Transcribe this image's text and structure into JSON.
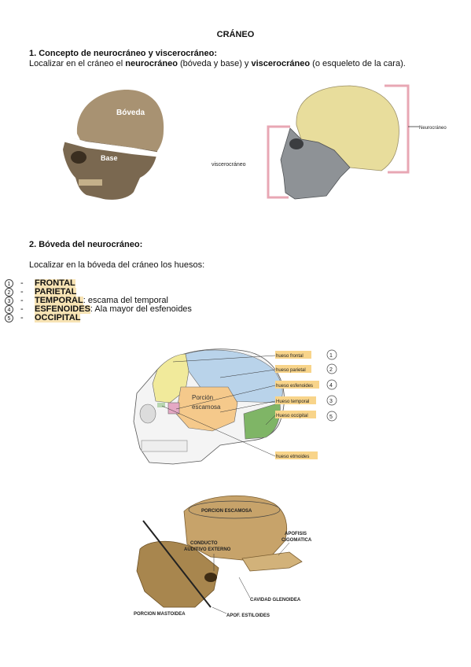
{
  "doc": {
    "title": "CRÁNEO",
    "section1_heading": "1. Concepto de neurocráneo y viscerocráneo:",
    "intro": {
      "pre": "Localizar en el cráneo el ",
      "neuro": "neurocráneo",
      "paren1": " (bóveda y base) y ",
      "visc": "viscerocráneo",
      "post": " (o esqueleto de la cara)."
    },
    "section2_heading": "2. Bóveda del neurocráneo:",
    "section2_text": "Localizar en la bóveda del cráneo los huesos:"
  },
  "fig1": {
    "label_top": "Bóveda",
    "label_bottom": "Base"
  },
  "fig2": {
    "label_right": "Neurocráneo",
    "label_left": "viscerocráneo"
  },
  "bones_list": [
    {
      "num": "1",
      "name": "FRONTAL",
      "desc": ""
    },
    {
      "num": "2",
      "name": "PARIETAL",
      "desc": ""
    },
    {
      "num": "3",
      "name": "TEMPORAL",
      "desc": ": escama del temporal"
    },
    {
      "num": "4",
      "name": "ESFENOIDES",
      "desc": ": Ala mayor del esfenoides"
    },
    {
      "num": "5",
      "name": "OCCIPITAL",
      "desc": ""
    }
  ],
  "fig3": {
    "labels": [
      {
        "text": "hueso frontal",
        "num": "1"
      },
      {
        "text": "hueso parietal",
        "num": "2"
      },
      {
        "text": "hueso esfenoides",
        "num": "4"
      },
      {
        "text": "Hueso temporal",
        "num": "3"
      },
      {
        "text": "Hueso occipital",
        "num": "5"
      },
      {
        "text": "hueso etmoides",
        "num": ""
      }
    ],
    "inner_label_1": "Porción",
    "inner_label_2": "escamosa"
  },
  "fig4": {
    "porcion_escamosa": "PORCION ESCAMOSA",
    "apofisis_1": "APOFISIS",
    "apofisis_2": "CIGOMATICA",
    "conducto_1": "CONDUCTO",
    "conducto_2": "AUDITIVO EXTERNO",
    "cavidad": "CAVIDAD GLENOIDEA",
    "mastoidea": "PORCION MASTOIDEA",
    "estiloides": "APOF. ESTILOIDES"
  },
  "colors": {
    "bone": "#d8c7a0",
    "neuro_yellow": "#e8dd9c",
    "visc_gray": "#8e9296",
    "bracket_pink": "#e8a7b4",
    "frontal": "#f1ea9b",
    "parietal": "#b9d3ea",
    "temporal": "#f5c98b",
    "occipital": "#7fb566",
    "sphenoid": "#e5a8c4",
    "temporal_bone": "#c7a36a"
  }
}
